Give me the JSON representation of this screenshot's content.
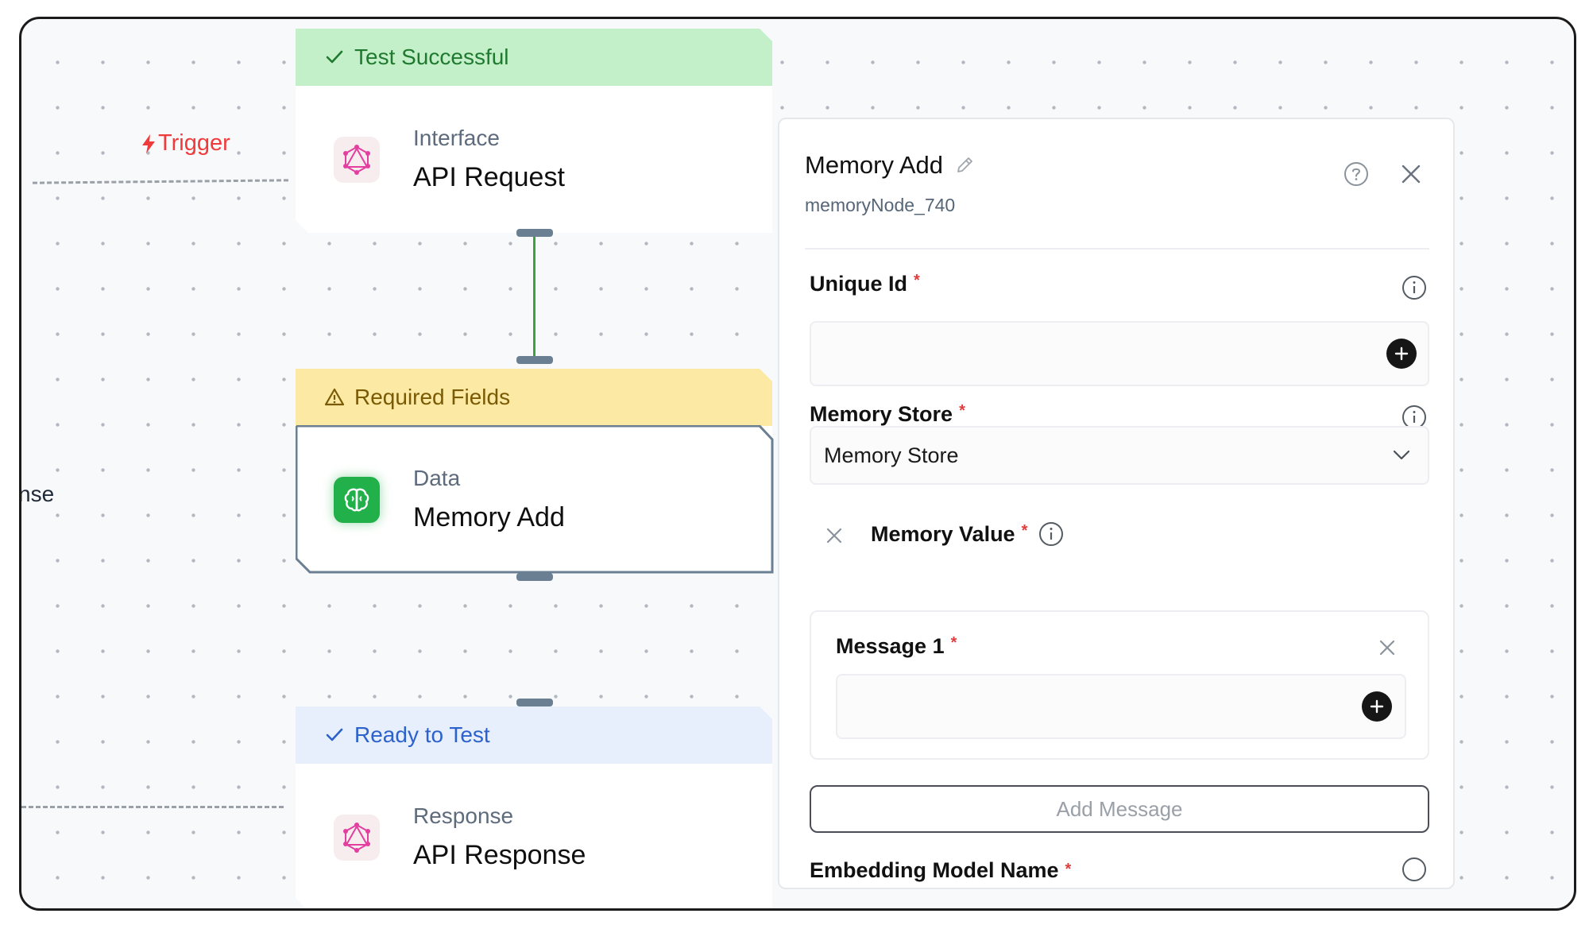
{
  "canvas": {
    "trigger_label": "Trigger",
    "partial_label": "nse"
  },
  "nodes": [
    {
      "status": "Test Successful",
      "status_icon": "check-icon",
      "category": "Interface",
      "name": "API Request",
      "icon": "graphql-icon",
      "status_color": "#1f7a2f"
    },
    {
      "status": "Required Fields",
      "status_icon": "warning-icon",
      "category": "Data",
      "name": "Memory Add",
      "icon": "brain-icon",
      "status_color": "#7a5a04"
    },
    {
      "status": "Ready to Test",
      "status_icon": "check-icon",
      "category": "Response",
      "name": "API Response",
      "icon": "graphql-icon",
      "status_color": "#2c62cc"
    }
  ],
  "panel": {
    "title": "Memory Add",
    "node_id": "memoryNode_740",
    "fields": {
      "unique_id": {
        "label": "Unique Id",
        "value": ""
      },
      "memory_store": {
        "label": "Memory Store",
        "value": "Memory Store"
      },
      "memory_value": {
        "label": "Memory Value"
      },
      "message": {
        "label": "Message 1",
        "value": ""
      },
      "embedding_model": {
        "label": "Embedding Model Name"
      }
    },
    "add_message_label": "Add Message"
  },
  "colors": {
    "accent_red": "#e23b3b",
    "edge_green": "#3aa540",
    "memory_icon_green": "#22b04b"
  }
}
